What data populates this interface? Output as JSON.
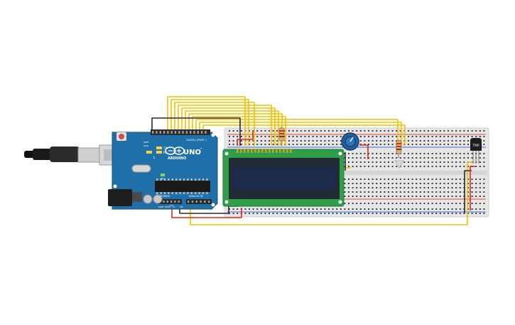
{
  "arduino": {
    "brand": "ARDUINO",
    "model": "UNO",
    "tm": "™",
    "header_digital": "DIGITAL (PWM~)",
    "header_power": "POWER",
    "header_analog": "ANALOG IN",
    "led_tx": "TX",
    "led_rx": "RX",
    "led_l": "L",
    "label_aref": "AREF",
    "label_gnd": "GND",
    "label_on": "ON",
    "label_ioref": "IOREF",
    "label_reset": "RESET",
    "label_3v3": "3.3V",
    "label_5v": "5V",
    "label_vin": "VIN"
  },
  "sensor": {
    "label": "TMP"
  },
  "colors": {
    "board": "#1f6fa8",
    "board_edge": "#15527d",
    "breadboard": "#e6e6e6",
    "wire_yellow": "#f2c200",
    "wire_red": "#e0281e",
    "wire_black": "#2a2a2a",
    "lcd_pcb": "#2f9e49",
    "lcd_screen": "#1d2a4a",
    "potentiometer": "#23609e"
  }
}
